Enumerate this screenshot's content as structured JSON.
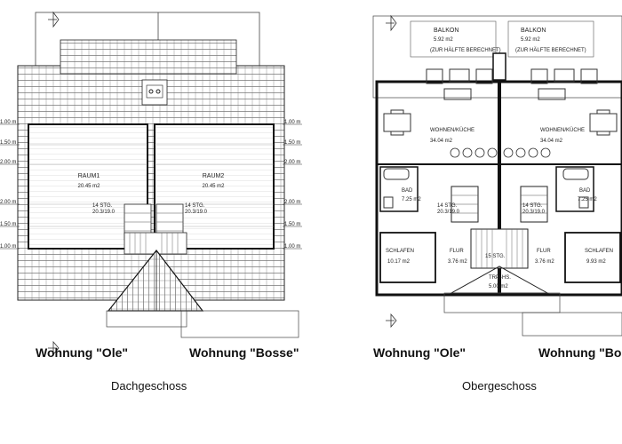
{
  "left_plan": {
    "title": "Dachgeschoss",
    "owner_left": "Wohnung \"Ole\"",
    "owner_right": "Wohnung \"Bosse\"",
    "room_left": "RAUM1",
    "room_right": "RAUM2",
    "area_left": "20.45 m2",
    "area_right": "20.45 m2",
    "stair_left": "14 STG.\n20.3/19.0",
    "stair_right": "14 STG.\n20.3/19.0",
    "dims_left": [
      "1.00 m",
      "1.50 m",
      "2.00 m",
      "2.00 m",
      "1.50 m",
      "1.00 m"
    ],
    "dims_right": [
      "1.00 m",
      "1.50 m",
      "2.00 m",
      "2.00 m",
      "1.50 m",
      "1.00 m"
    ]
  },
  "right_plan": {
    "title": "Obergeschoss",
    "owner_left": "Wohnung \"Ole\"",
    "owner_right": "Wohnung \"Bosse\"",
    "balkon_left": "BALKON",
    "balkon_left_area": "5.92 m2",
    "balkon_left_note": "(ZUR HÄLFTE BERECHNET)",
    "balkon_right": "BALKON",
    "balkon_right_area": "5.92 m2",
    "balkon_right_note": "(ZUR HÄLFTE BERECHNET)",
    "wohnen_left": "WOHNEN/KÜCHE",
    "wohnen_left_area": "34.04 m2",
    "wohnen_right": "WOHNEN/KÜCHE",
    "wohnen_right_area": "34.04 m2",
    "bad_left": "BAD",
    "bad_left_area": "7.25 m2",
    "bad_right": "BAD",
    "bad_right_area": "7.25 m2",
    "schlafen_left": "SCHLAFEN",
    "schlafen_left_area": "10.17 m2",
    "schlafen_right": "SCHLAFEN",
    "schlafen_right_area": "9.93 m2",
    "flur_left": "FLUR",
    "flur_left_area": "3.76 m2",
    "flur_right": "FLUR",
    "flur_right_area": "3.76 m2",
    "trp": "TRP.-HS.",
    "trp_area": "5.00 m2",
    "stair_left": "14 STG.\n20.3/19.0",
    "stair_right": "14 STG.\n20.3/19.0",
    "stair_mid": "15 STG."
  }
}
